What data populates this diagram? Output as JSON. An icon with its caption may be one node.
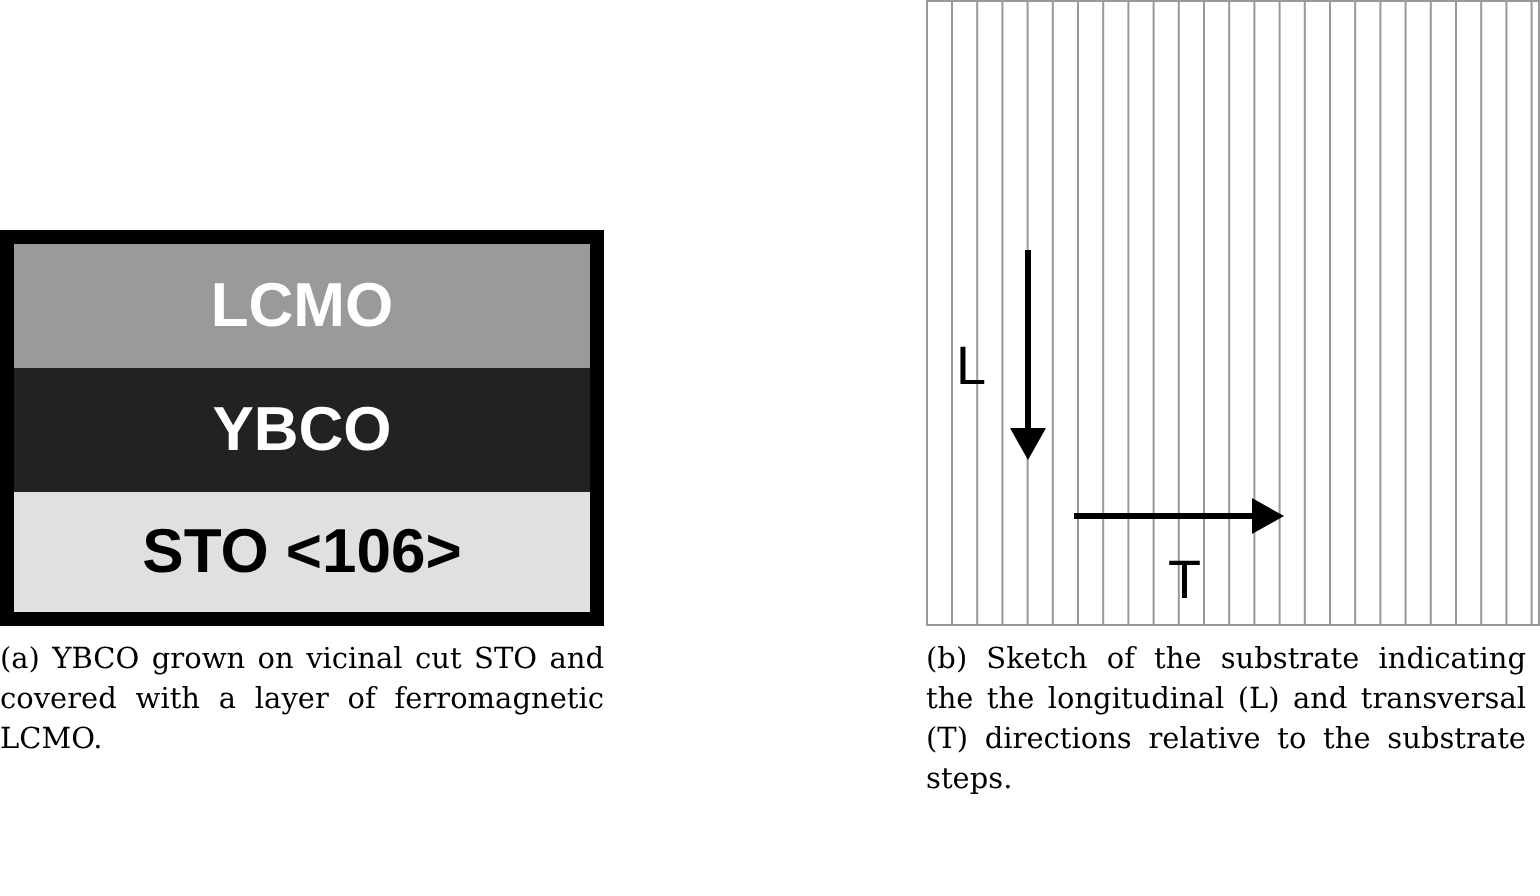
{
  "diagram": {
    "nodes": [
      {
        "text": [
          "LCMO"
        ]
      },
      {
        "text": [
          "YBCO"
        ]
      },
      {
        "text": [
          "STO <106>"
        ]
      }
    ],
    "labels": [
      "L",
      "T",
      "(a) YBCO grown on vicinal cut STO and covered with a layer of ferromagnetic LCMO.",
      "(b) Sketch of the substrate indicating the the longitudinal (L) and transversal (T) directions relative to the substrate steps."
    ]
  }
}
